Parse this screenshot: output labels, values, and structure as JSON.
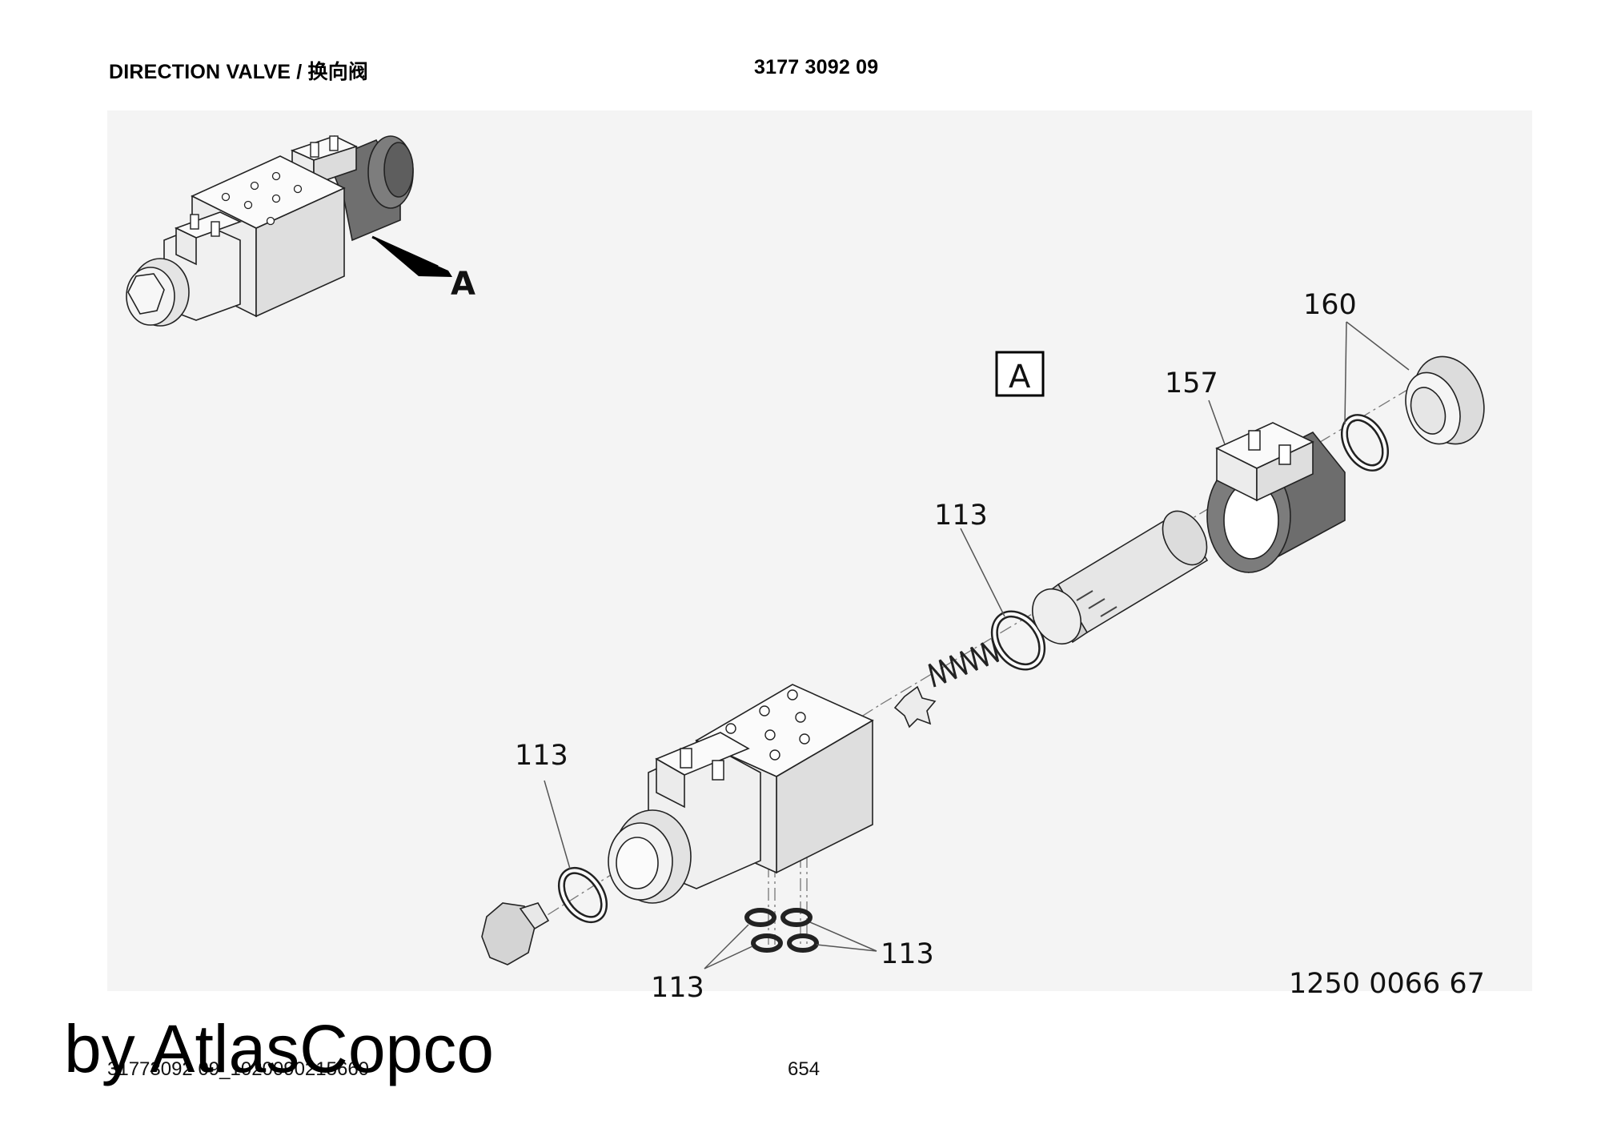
{
  "header": {
    "title": "DIRECTION VALVE / 换向阀",
    "part_code": "3177 3092 09"
  },
  "diagram": {
    "overview_view_letter": "A",
    "detail_view_label": "A",
    "callouts": {
      "cap_seal": "160",
      "coil": "157",
      "oring_tube": "113",
      "oring_plug": "113",
      "oring_ports_left": "113",
      "oring_ports_right": "113"
    },
    "kit_number": "1250 0066 67"
  },
  "footer": {
    "file_reference": "31773092 09_1020090215660",
    "page_number": "654"
  },
  "watermark": "by AtlasCopco"
}
